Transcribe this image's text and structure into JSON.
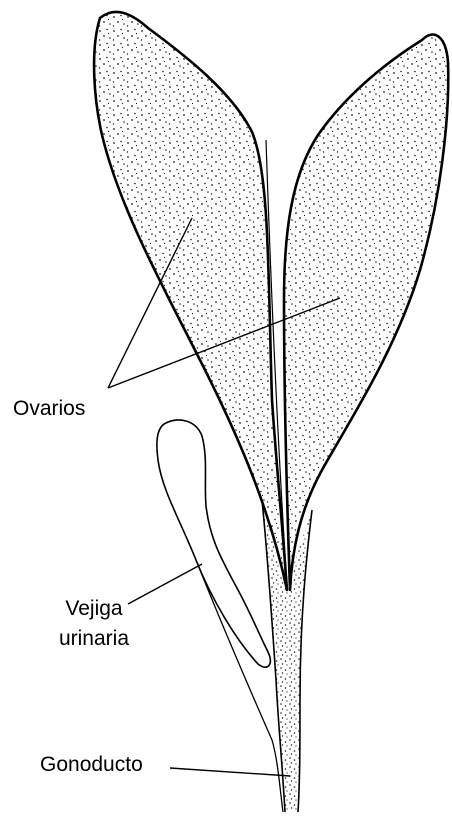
{
  "diagram": {
    "labels": {
      "ovarios": "Ovarios",
      "vejiga_line1": "Vejiga",
      "vejiga_line2": "urinaria",
      "gonoducto": "Gonoducto"
    },
    "colors": {
      "ink": "#000000",
      "stipple": "#1a1a1a",
      "background": "#ffffff"
    }
  }
}
